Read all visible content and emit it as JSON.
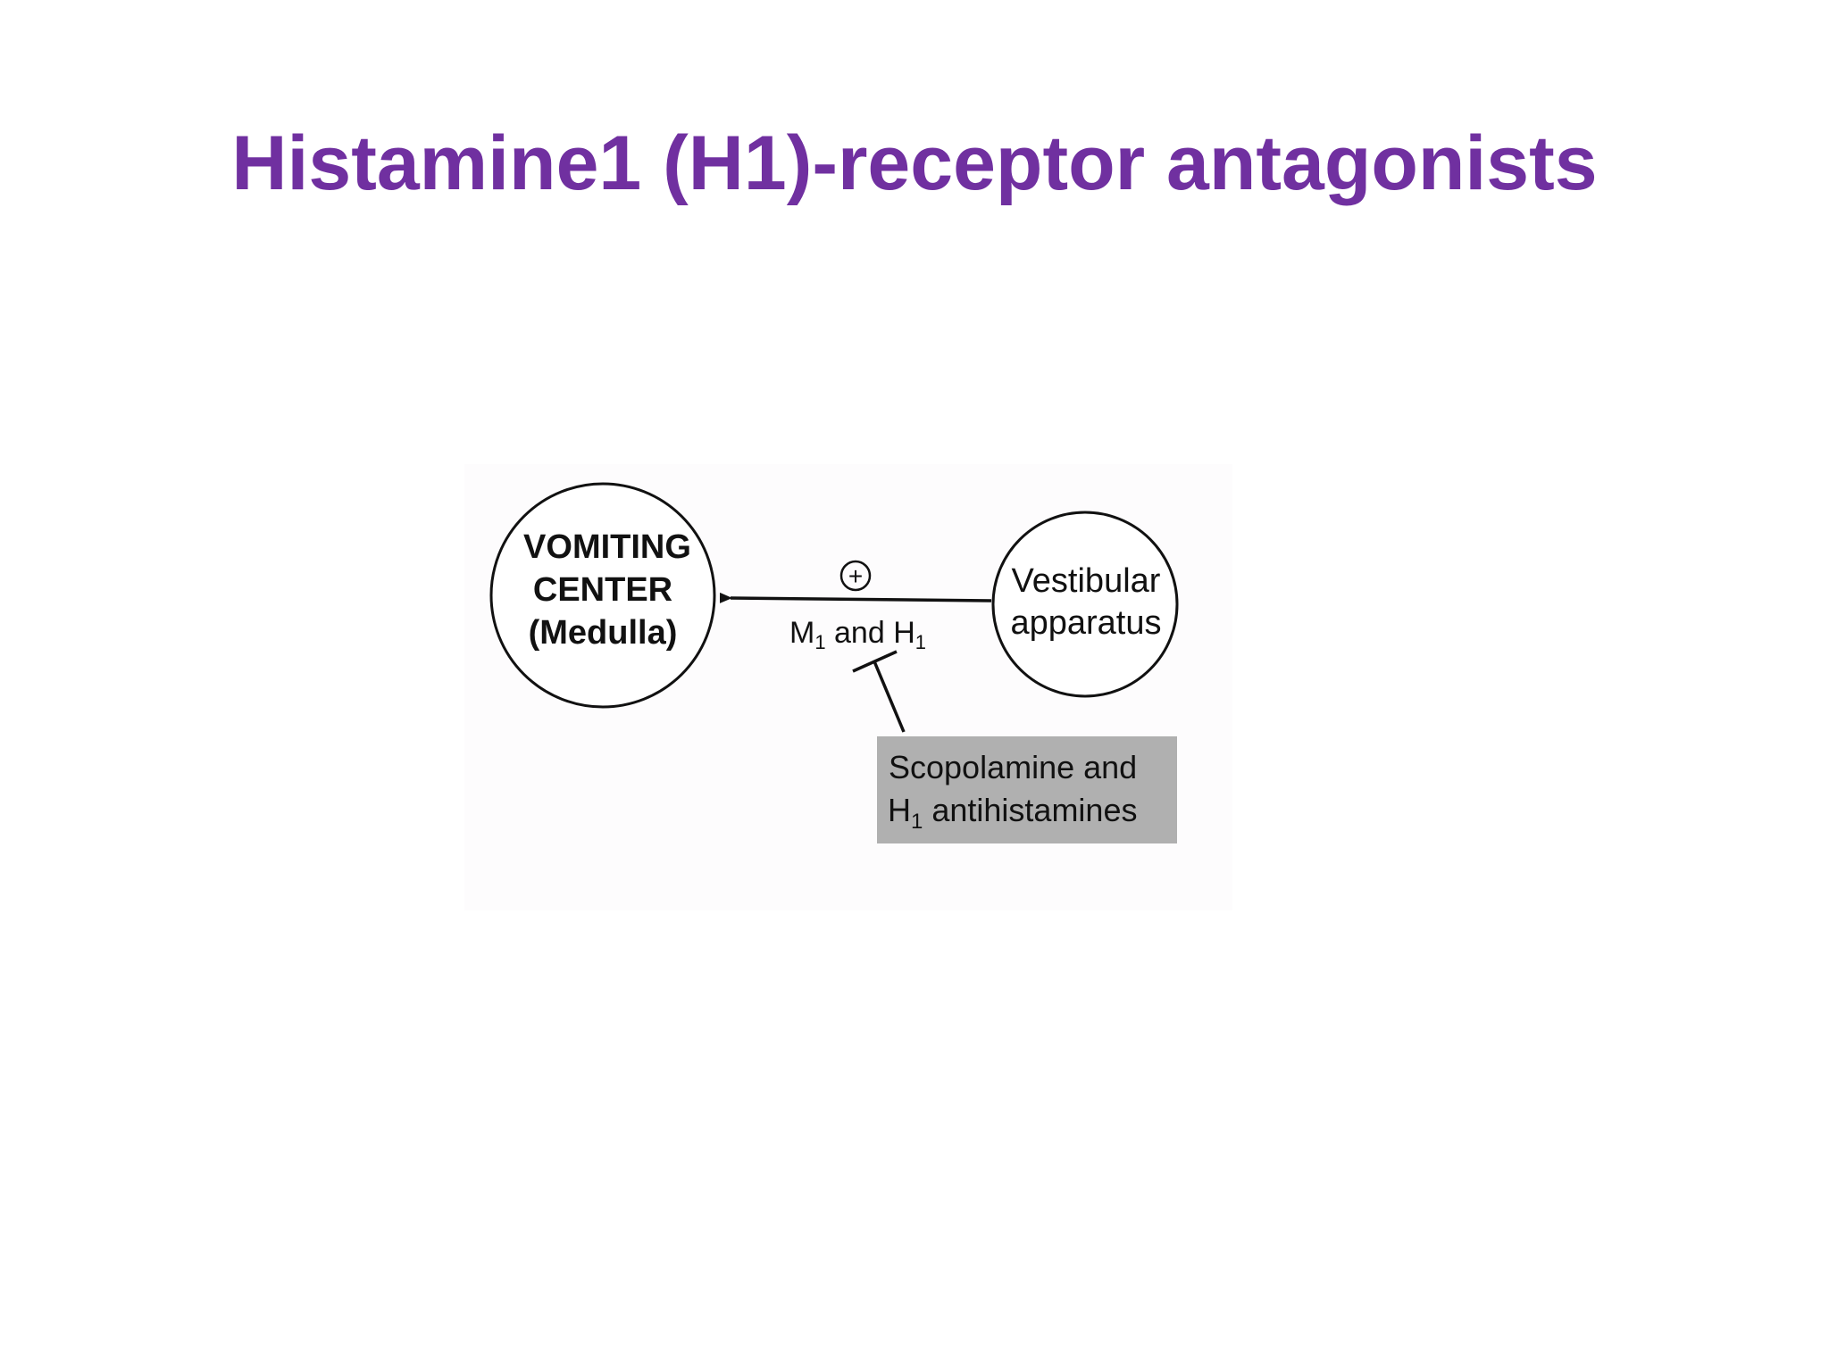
{
  "title": "Histamine1 (H1)-receptor antagonists",
  "colors": {
    "title": "#7030a0",
    "line": "#111111",
    "drug_box_fill": "#b0b0b0",
    "background": "#ffffff"
  },
  "diagram": {
    "vomiting_center": {
      "line1": "VOMITING",
      "line2": "CENTER",
      "line3": "(Medulla)"
    },
    "vestibular": {
      "line1": "Vestibular",
      "line2": "apparatus"
    },
    "plus_symbol": "+",
    "pathway": {
      "m_label": "M",
      "m_sub": "1",
      "and_label": " and H",
      "h_sub": "1"
    },
    "drug_box": {
      "line1": "Scopolamine and",
      "line2_prefix": "H",
      "line2_sub": "1",
      "line2_rest": " antihistamines"
    }
  }
}
